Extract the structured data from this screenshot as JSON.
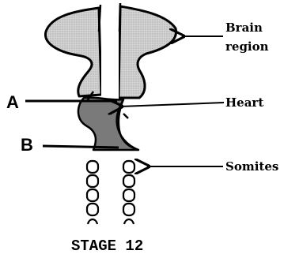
{
  "labels": {
    "brain_region": [
      "Brain",
      "region"
    ],
    "heart": "Heart",
    "somites": "Somites",
    "marker_a": "A",
    "marker_b": "B",
    "stage": "STAGE 12"
  },
  "colors": {
    "brain_fill": "#c6c6c6",
    "heart_fill": "#7a7a7a",
    "line": "#000000",
    "background": "#ffffff"
  },
  "somites": {
    "left_count": 4,
    "right_count": 4
  }
}
